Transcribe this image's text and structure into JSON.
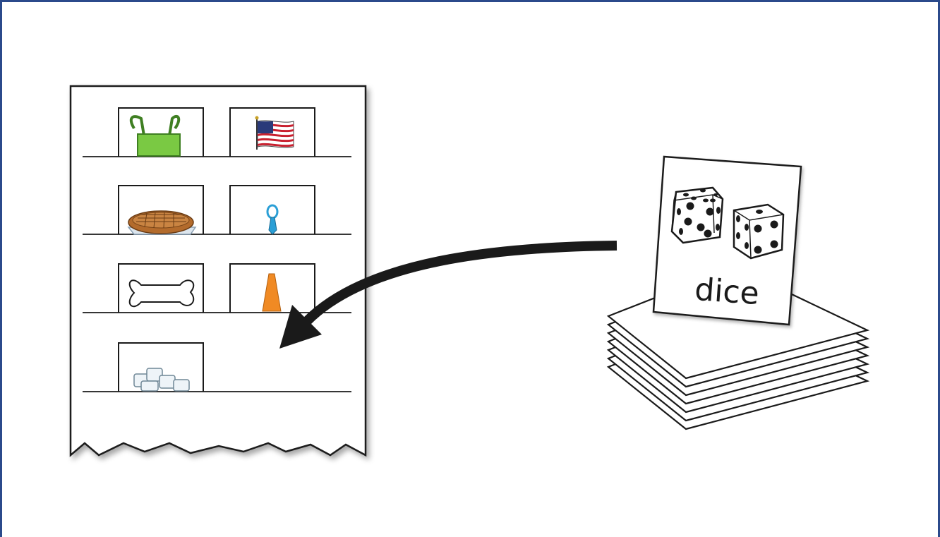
{
  "frame": {
    "border_color": "#2b4a8b"
  },
  "card": {
    "label": "dice"
  },
  "shelf_items": [
    {
      "name": "bag",
      "color": "#7ac943"
    },
    {
      "name": "flag"
    },
    {
      "name": "pie"
    },
    {
      "name": "tie",
      "color": "#2a9fd6"
    },
    {
      "name": "bone"
    },
    {
      "name": "cone",
      "color": "#f08a24"
    },
    {
      "name": "ice"
    }
  ],
  "arrow": {
    "direction": "card-to-shelf",
    "target": "empty-slot-row-4"
  }
}
